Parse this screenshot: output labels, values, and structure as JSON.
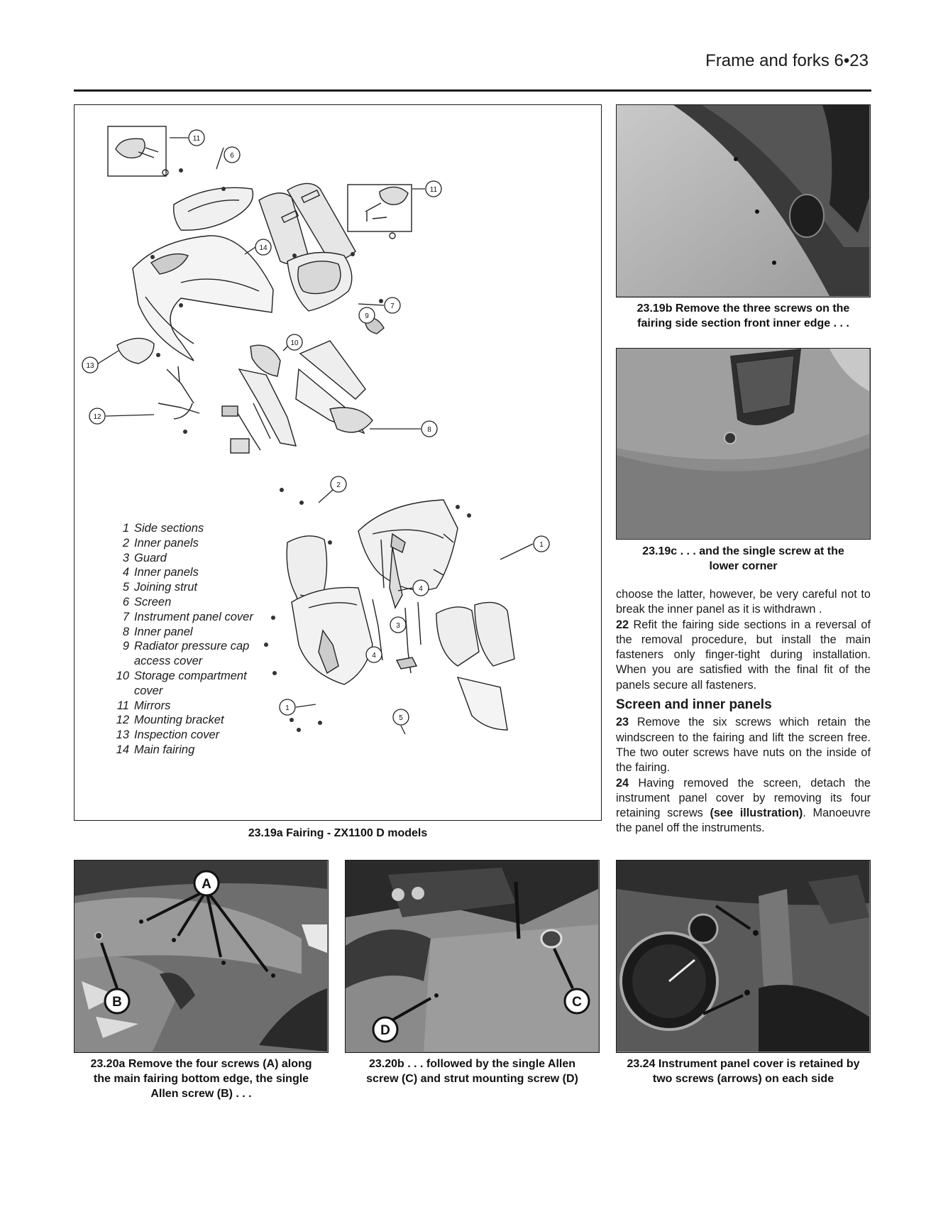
{
  "header": {
    "title": "Frame and forks  6•23"
  },
  "figure_main": {
    "caption": "23.19a Fairing - ZX1100 D models",
    "callouts": [
      "11",
      "6",
      "11",
      "14",
      "7",
      "9",
      "10",
      "13",
      "12",
      "8",
      "2",
      "1",
      "4",
      "3",
      "4",
      "1",
      "5"
    ],
    "legend": [
      {
        "num": "1",
        "label": "Side sections"
      },
      {
        "num": "2",
        "label": "Inner panels"
      },
      {
        "num": "3",
        "label": "Guard"
      },
      {
        "num": "4",
        "label": "Inner panels"
      },
      {
        "num": "5",
        "label": "Joining strut"
      },
      {
        "num": "6",
        "label": "Screen"
      },
      {
        "num": "7",
        "label": "Instrument panel cover"
      },
      {
        "num": "8",
        "label": "Inner panel"
      },
      {
        "num": "9",
        "label": "Radiator pressure cap"
      },
      {
        "num": "",
        "label": "access cover"
      },
      {
        "num": "10",
        "label": "Storage compartment"
      },
      {
        "num": "",
        "label": "cover"
      },
      {
        "num": "11",
        "label": "Mirrors"
      },
      {
        "num": "12",
        "label": "Mounting bracket"
      },
      {
        "num": "13",
        "label": "Inspection cover"
      },
      {
        "num": "14",
        "label": "Main fairing"
      }
    ]
  },
  "photo_19b": {
    "caption_line1": "23.19b Remove the three screws on the",
    "caption_line2": "fairing side section front inner edge . . ."
  },
  "photo_19c": {
    "caption_line1": "23.19c . . . and the single screw at the",
    "caption_line2": "lower corner"
  },
  "body": {
    "para_cont": "choose the latter, however, be very careful not to break the inner panel as it is withdrawn .",
    "p22_num": "22",
    "p22_text": "Refit the fairing side sections in a reversal of the removal procedure, but install the main fasteners only finger-tight during installation. When you are satisfied with the final fit of the panels secure all fasteners.",
    "heading": "Screen and inner panels",
    "p23_num": "23",
    "p23_text": "Remove the six screws which retain the windscreen to the fairing and lift the screen free. The two outer screws have nuts on the inside of the fairing.",
    "p24_num": "24",
    "p24_text_a": "Having removed the screen, detach the instrument panel cover by removing its four retaining screws",
    "p24_bold": "(see illustration)",
    "p24_text_b": ". Manoeuvre the panel off the instruments."
  },
  "photo_20a": {
    "label_a": "A",
    "label_b": "B",
    "caption_line1": "23.20a Remove the four screws (A) along",
    "caption_line2": "the main fairing bottom edge, the single",
    "caption_line3": "Allen screw (B) . . ."
  },
  "photo_20b": {
    "label_c": "C",
    "label_d": "D",
    "caption_line1": "23.20b . . . followed by the single Allen",
    "caption_line2": "screw (C) and strut mounting screw (D)"
  },
  "photo_24": {
    "caption_line1": "23.24 Instrument panel cover is retained by",
    "caption_line2": "two screws (arrows) on each side"
  }
}
